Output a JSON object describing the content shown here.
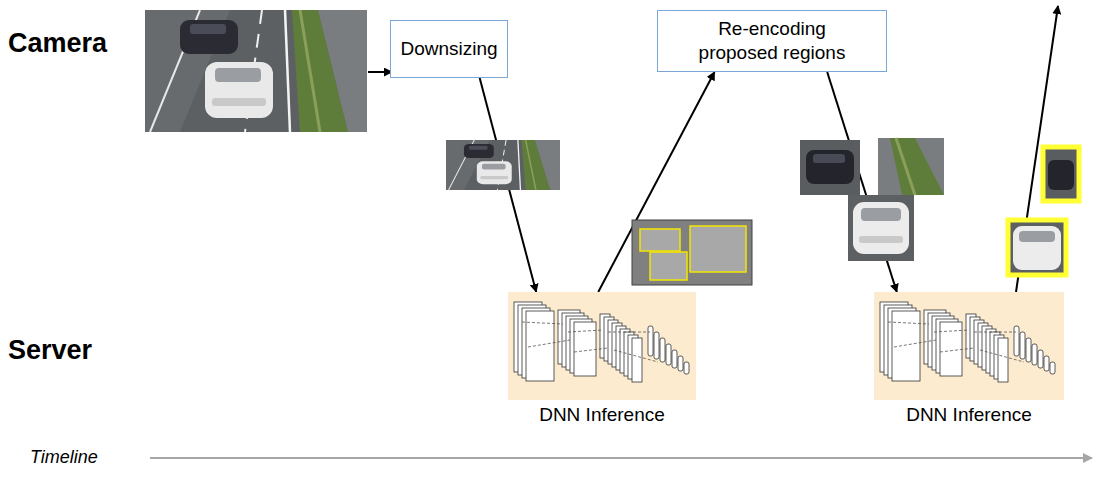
{
  "diagram": {
    "nodes": [
      {
        "text": [
          "Downsizing"
        ]
      },
      {
        "text": [
          "DNN Inference"
        ]
      },
      {
        "text": [
          "Re-encoding proposed regions"
        ]
      },
      {
        "text": [
          "DNN Inference"
        ]
      }
    ],
    "edges": [
      {
        "from": 0,
        "to": 1,
        "arrow": "to"
      },
      {
        "from": 1,
        "to": 2,
        "arrow": "to"
      },
      {
        "from": 2,
        "to": 3,
        "arrow": "to"
      }
    ],
    "labels": [
      "Camera",
      "Server",
      "Timeline"
    ]
  }
}
